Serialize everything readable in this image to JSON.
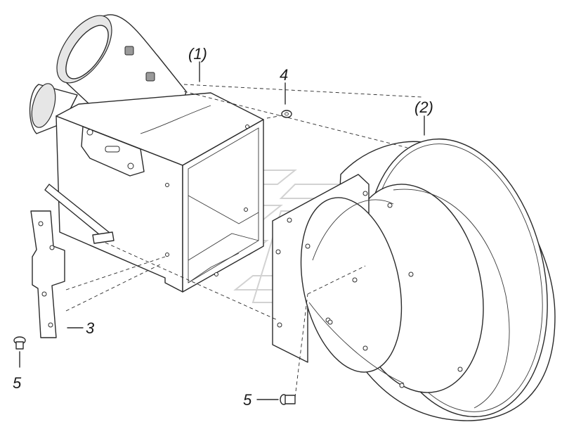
{
  "callouts": {
    "part_1": "(1)",
    "part_2": "(2)",
    "part_3": "3",
    "part_4": "4",
    "part_5_left": "5",
    "part_5_bottom": "5"
  },
  "colors": {
    "line": "#2a2a2a",
    "background": "#ffffff",
    "watermark": "#d2d2d2"
  }
}
